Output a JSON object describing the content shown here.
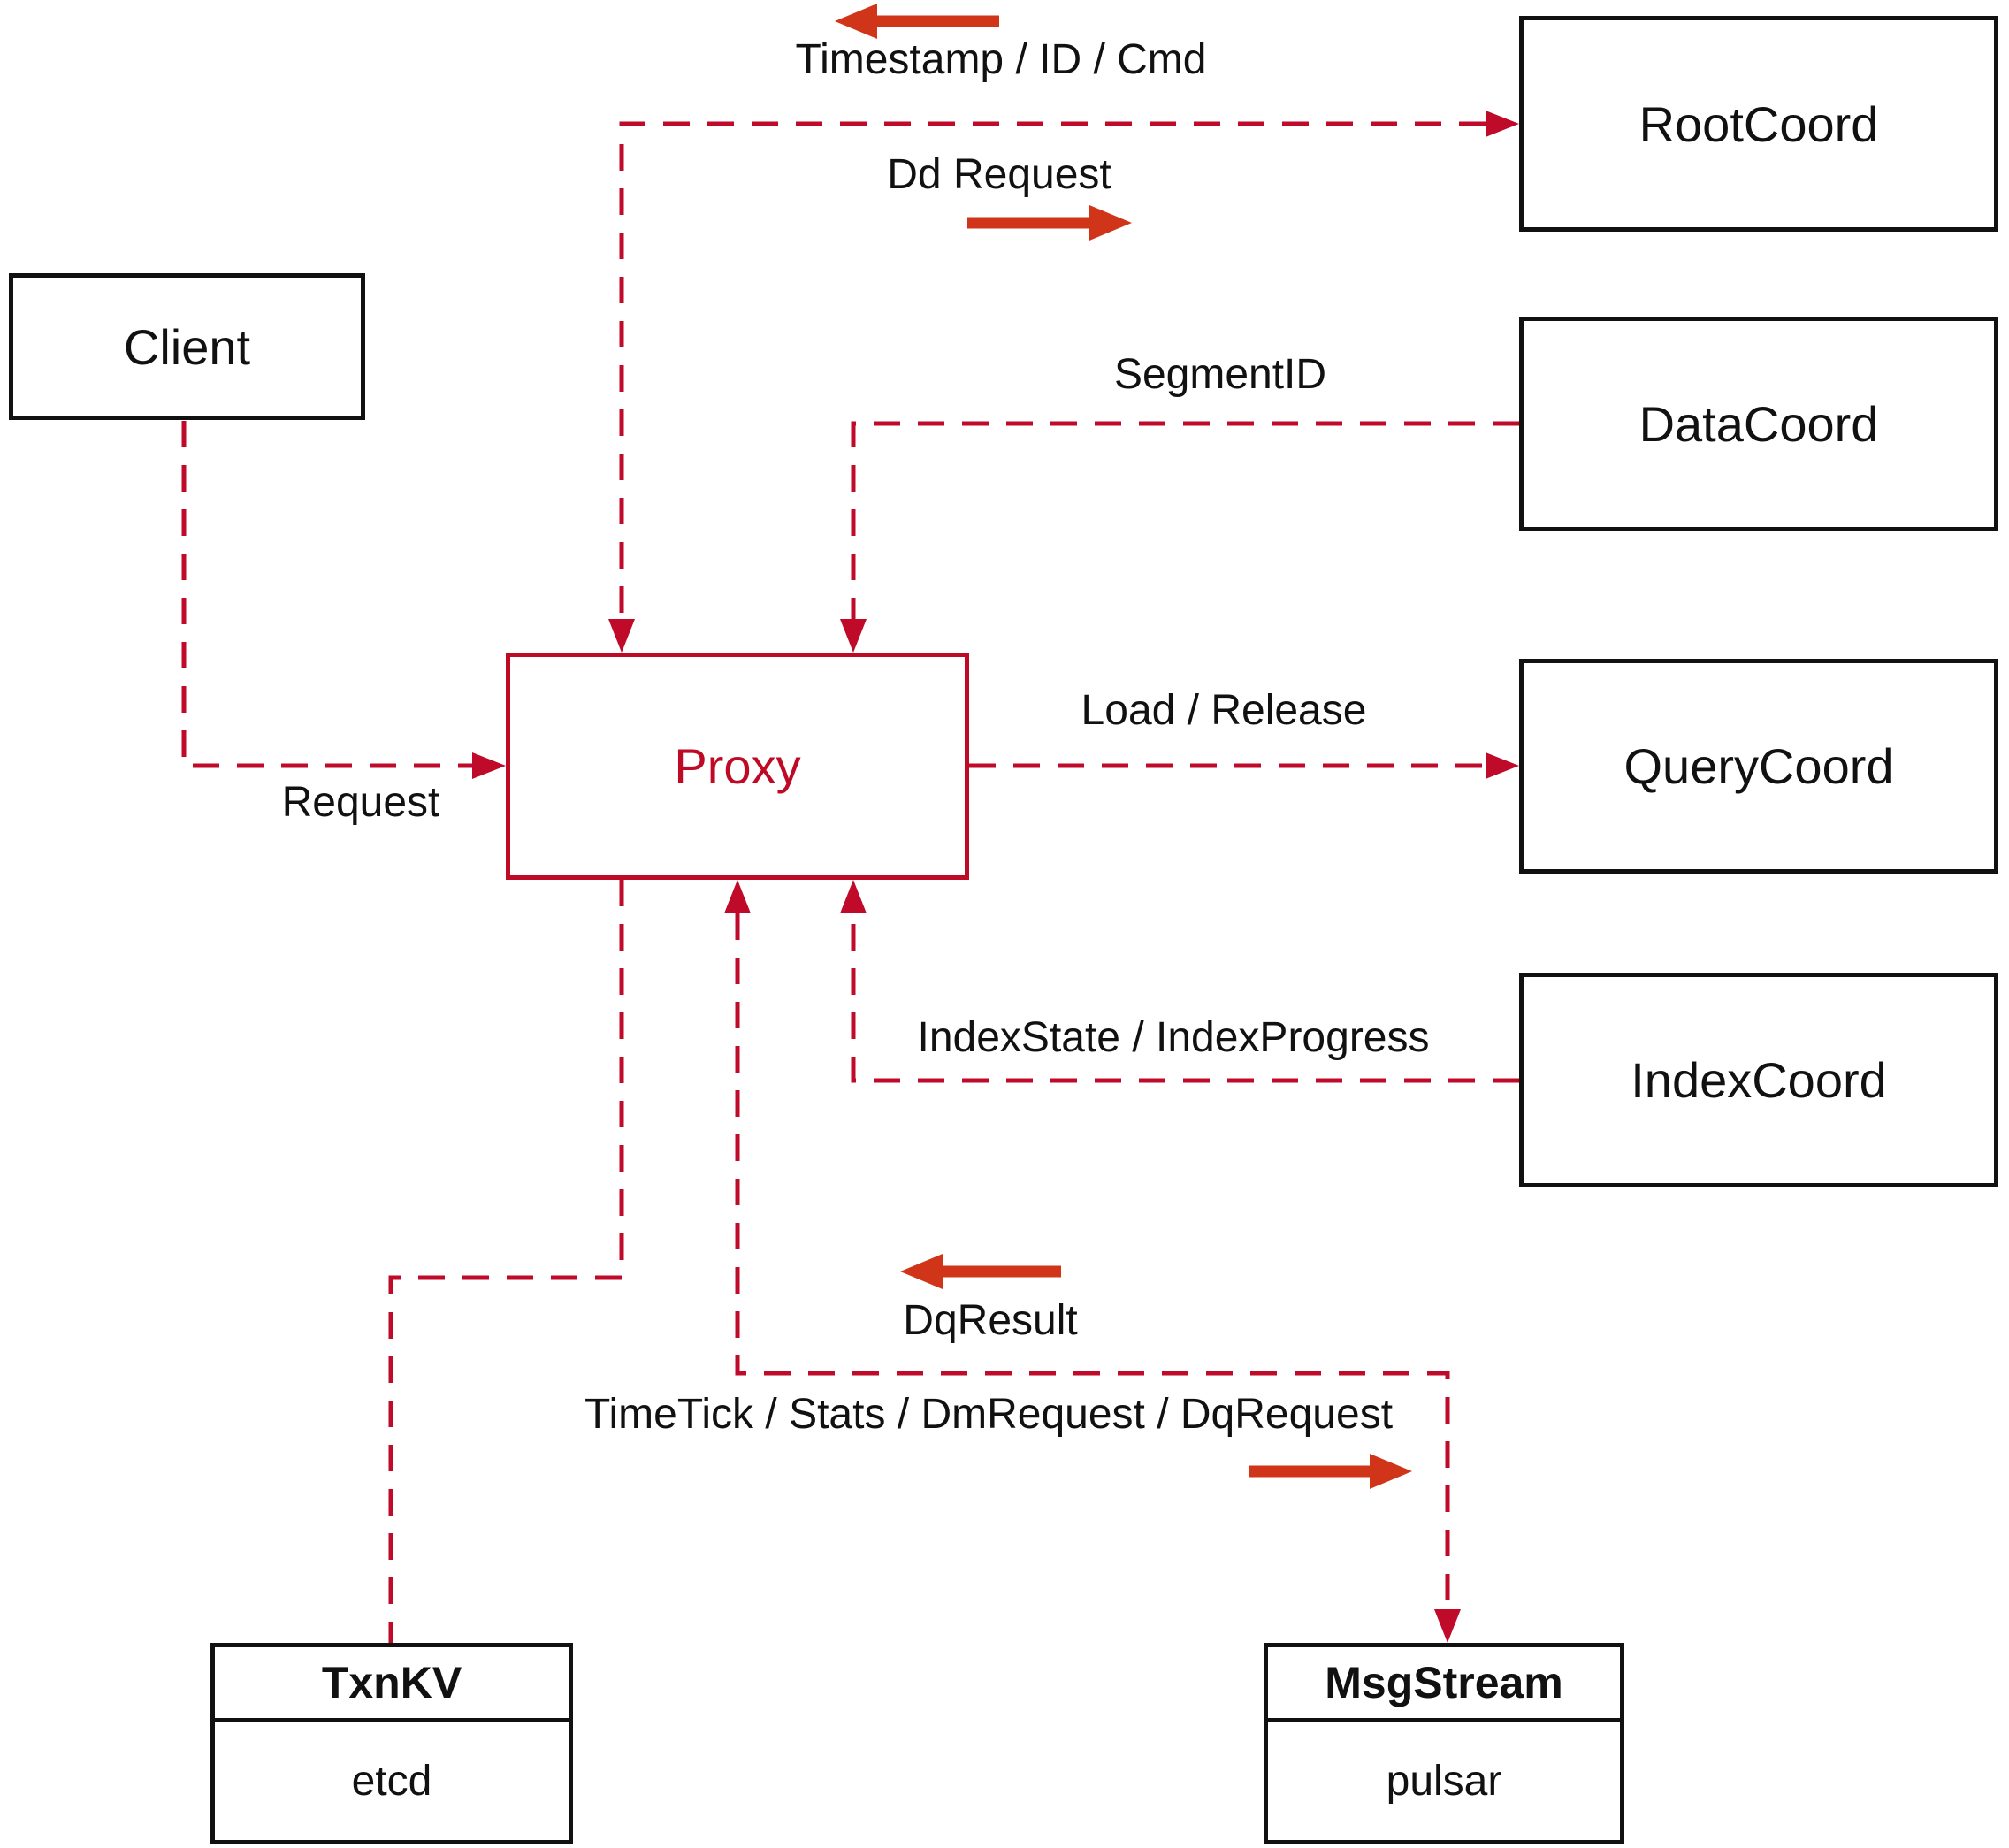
{
  "diagram": {
    "nodes": {
      "client": {
        "label": "Client"
      },
      "proxy": {
        "label": "Proxy"
      },
      "root_coord": {
        "label": "RootCoord"
      },
      "data_coord": {
        "label": "DataCoord"
      },
      "query_coord": {
        "label": "QueryCoord"
      },
      "index_coord": {
        "label": "IndexCoord"
      },
      "txn_kv": {
        "title": "TxnKV",
        "subtitle": "etcd"
      },
      "msg_stream": {
        "title": "MsgStream",
        "subtitle": "pulsar"
      }
    },
    "edge_labels": {
      "timestamp_id_cmd": "Timestamp / ID / Cmd",
      "dd_request": "Dd Request",
      "segment_id": "SegmentID",
      "load_release": "Load / Release",
      "request": "Request",
      "index_state": "IndexState / IndexProgress",
      "dq_result": "DqResult",
      "time_tick": "TimeTick / Stats / DmRequest / DqRequest"
    },
    "colors": {
      "edge_red": "#bf0a2a",
      "arrow_red": "#d13519",
      "node_border": "#111111",
      "proxy_red": "#bf0a25",
      "background": "#ffffff",
      "text": "#111111"
    }
  }
}
